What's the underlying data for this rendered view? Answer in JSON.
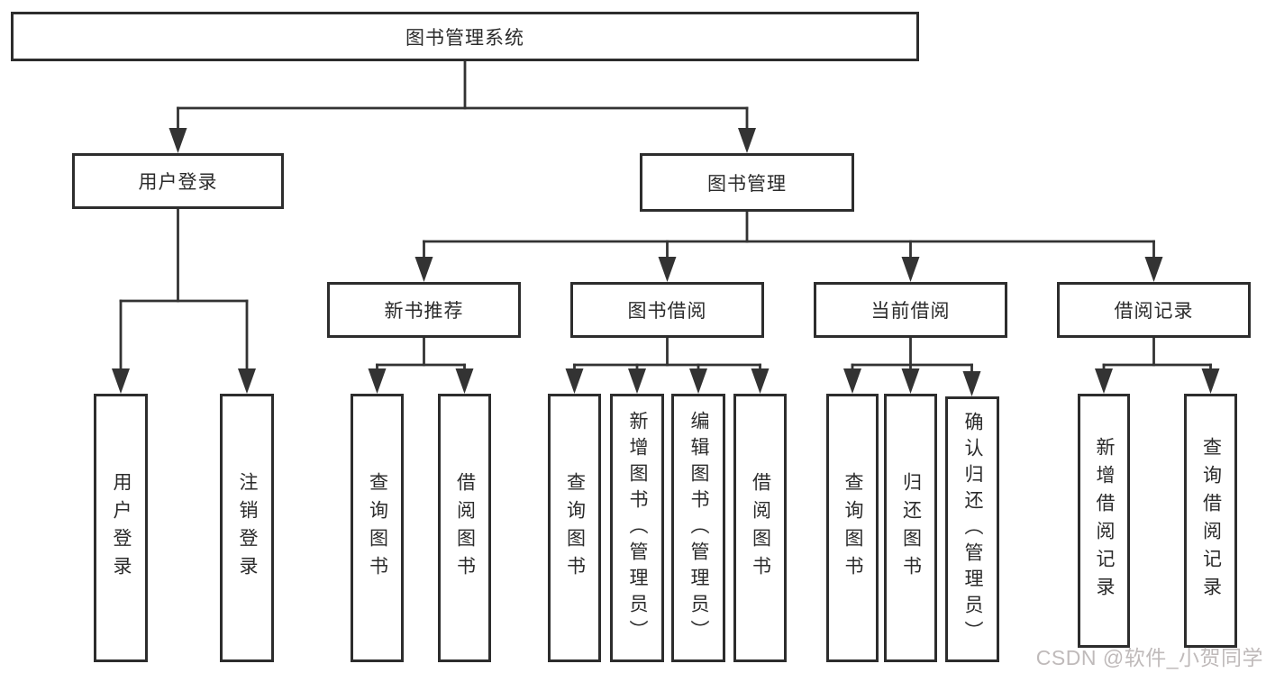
{
  "diagram_title": "图书管理系统",
  "tree": {
    "label": "图书管理系统",
    "children": [
      {
        "label": "用户登录",
        "children": [
          {
            "label": "用户登录"
          },
          {
            "label": "注销登录"
          }
        ]
      },
      {
        "label": "图书管理",
        "children": [
          {
            "label": "新书推荐",
            "children": [
              {
                "label": "查询图书"
              },
              {
                "label": "借阅图书"
              }
            ]
          },
          {
            "label": "图书借阅",
            "children": [
              {
                "label": "查询图书"
              },
              {
                "label": "新增图书（管理员）"
              },
              {
                "label": "编辑图书（管理员）"
              },
              {
                "label": "借阅图书"
              }
            ]
          },
          {
            "label": "当前借阅",
            "children": [
              {
                "label": "查询图书"
              },
              {
                "label": "归还图书"
              },
              {
                "label": "确认归还（管理员）"
              }
            ]
          },
          {
            "label": "借阅记录",
            "children": [
              {
                "label": "新增借阅记录"
              },
              {
                "label": "查询借阅记录"
              }
            ]
          }
        ]
      }
    ]
  },
  "watermark": {
    "text": "CSDN @软件_小贺同学"
  },
  "colors": {
    "line": "#333333",
    "box_border": "#2d2d2d",
    "text": "#2b2b2b",
    "watermark": "#b9b3b3",
    "background": "#ffffff"
  }
}
